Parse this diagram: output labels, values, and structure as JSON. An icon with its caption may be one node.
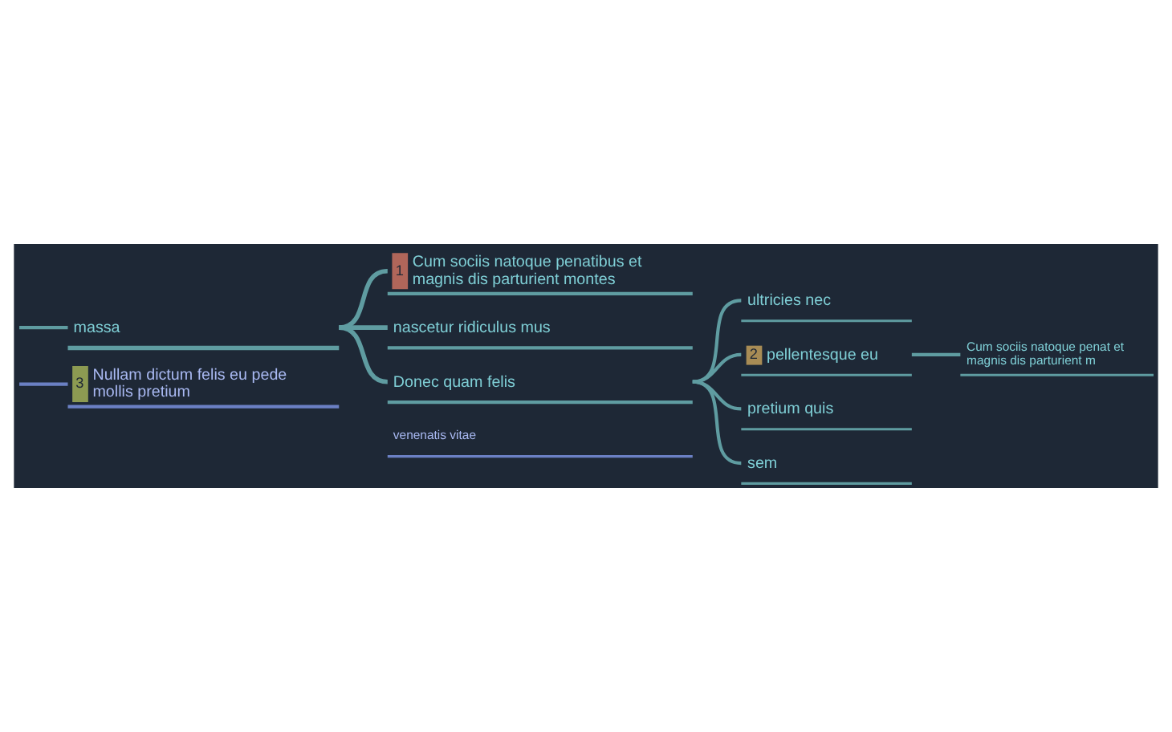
{
  "diagram": {
    "nodes": [
      {
        "text": [
          "massa"
        ]
      },
      {
        "text": [
          "1",
          "Cum sociis natoque penatibus et magnis dis parturient montes"
        ]
      },
      {
        "text": [
          "nascetur ridiculus mus"
        ]
      },
      {
        "text": [
          "Donec quam felis"
        ]
      },
      {
        "text": [
          "ultricies nec"
        ]
      },
      {
        "text": [
          "2",
          "pellentesque eu"
        ]
      },
      {
        "text": [
          "Cum sociis natoque penat et magnis dis parturient m"
        ]
      },
      {
        "text": [
          "pretium quis"
        ]
      },
      {
        "text": [
          "sem"
        ]
      },
      {
        "text": [
          "3",
          "Nullam dictum felis eu pede mollis pretium"
        ]
      },
      {
        "text": [
          "venenatis vitae"
        ]
      }
    ],
    "edges": [
      {
        "from": null,
        "to": 0,
        "arrow": "none"
      },
      {
        "from": 0,
        "to": 1,
        "arrow": "none"
      },
      {
        "from": 0,
        "to": 2,
        "arrow": "none"
      },
      {
        "from": 0,
        "to": 3,
        "arrow": "none"
      },
      {
        "from": 3,
        "to": 4,
        "arrow": "none"
      },
      {
        "from": 3,
        "to": 5,
        "arrow": "none"
      },
      {
        "from": 5,
        "to": 6,
        "arrow": "none"
      },
      {
        "from": 3,
        "to": 7,
        "arrow": "none"
      },
      {
        "from": 3,
        "to": 8,
        "arrow": "none"
      },
      {
        "from": null,
        "to": 9,
        "arrow": "none",
        "color": "#6b80c4"
      }
    ]
  }
}
